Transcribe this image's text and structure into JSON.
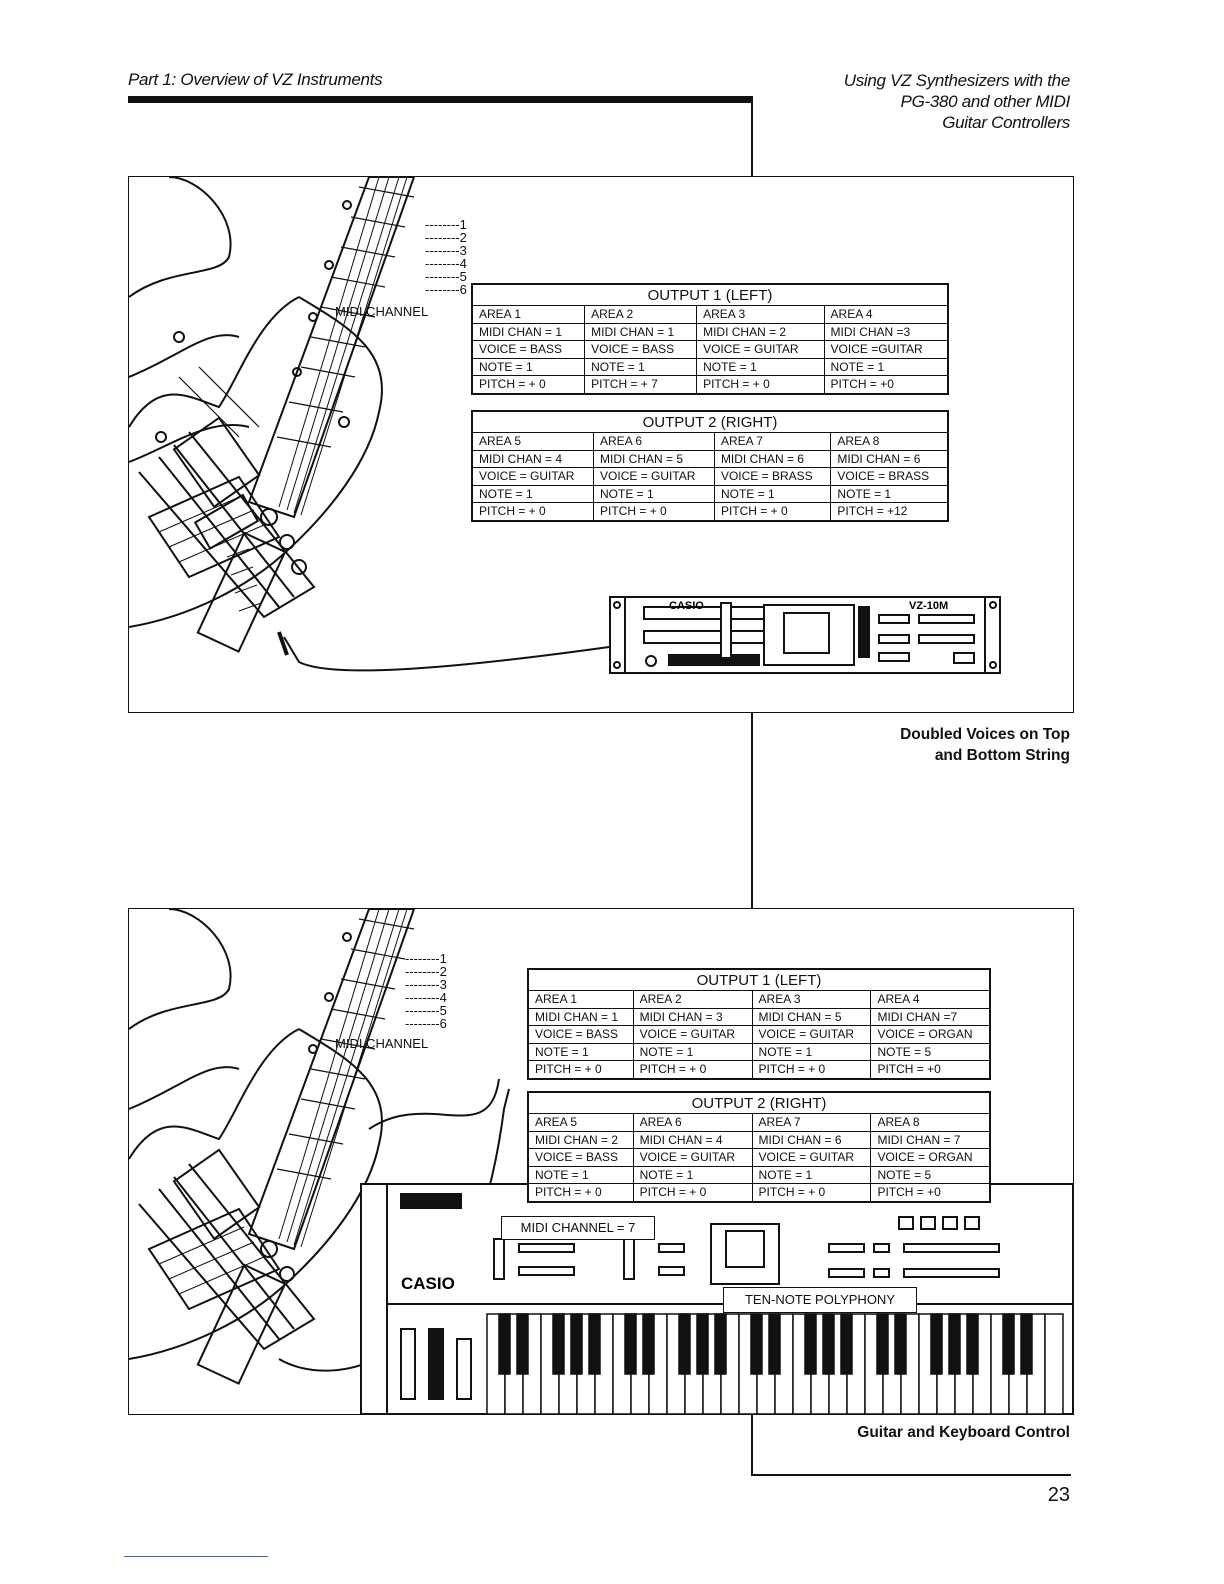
{
  "header": {
    "left": "Part 1: Overview of VZ Instruments",
    "right": [
      "Using VZ Synthesizers with the",
      "PG-380 and other MIDI",
      "Guitar Controllers"
    ]
  },
  "figure1": {
    "string_numbers": [
      "1",
      "2",
      "3",
      "4",
      "5",
      "6"
    ],
    "midi_channel_label": "MIDI CHANNEL",
    "output1": {
      "title": "OUTPUT 1 (LEFT)",
      "rows": [
        [
          "AREA 1",
          "AREA 2",
          "AREA 3",
          "AREA 4"
        ],
        [
          "MIDI CHAN = 1",
          "MIDI CHAN = 1",
          "MIDI CHAN = 2",
          "MIDI CHAN =3"
        ],
        [
          "VOICE = BASS",
          "VOICE = BASS",
          "VOICE = GUITAR",
          "VOICE =GUITAR"
        ],
        [
          "NOTE = 1",
          "NOTE = 1",
          "NOTE = 1",
          "NOTE = 1"
        ],
        [
          "PITCH = + 0",
          "PITCH = + 7",
          "PITCH = + 0",
          "PITCH = +0"
        ]
      ]
    },
    "output2": {
      "title": "OUTPUT 2 (RIGHT)",
      "rows": [
        [
          "AREA 5",
          "AREA 6",
          "AREA 7",
          "AREA 8"
        ],
        [
          "MIDI CHAN = 4",
          "MIDI CHAN = 5",
          "MIDI CHAN = 6",
          "MIDI CHAN = 6"
        ],
        [
          "VOICE = GUITAR",
          "VOICE = GUITAR",
          "VOICE = BRASS",
          "VOICE = BRASS"
        ],
        [
          "NOTE = 1",
          "NOTE = 1",
          "NOTE = 1",
          "NOTE = 1"
        ],
        [
          "PITCH = + 0",
          "PITCH = + 0",
          "PITCH = + 0",
          "PITCH = +12"
        ]
      ]
    },
    "device_brand": "CASIO",
    "device_model": "VZ-10M",
    "caption": [
      "Doubled Voices on Top",
      "and Bottom String"
    ]
  },
  "figure2": {
    "string_numbers": [
      "1",
      "2",
      "3",
      "4",
      "5",
      "6"
    ],
    "midi_channel_label": "MIDI CHANNEL",
    "output1": {
      "title": "OUTPUT 1 (LEFT)",
      "rows": [
        [
          "AREA 1",
          "AREA 2",
          "AREA 3",
          "AREA 4"
        ],
        [
          "MIDI CHAN = 1",
          "MIDI CHAN = 3",
          "MIDI CHAN = 5",
          "MIDI CHAN =7"
        ],
        [
          "VOICE = BASS",
          "VOICE = GUITAR",
          "VOICE = GUITAR",
          "VOICE = ORGAN"
        ],
        [
          "NOTE = 1",
          "NOTE = 1",
          "NOTE = 1",
          "NOTE = 5"
        ],
        [
          "PITCH = + 0",
          "PITCH = + 0",
          "PITCH = + 0",
          "PITCH = +0"
        ]
      ]
    },
    "output2": {
      "title": "OUTPUT 2 (RIGHT)",
      "rows": [
        [
          "AREA 5",
          "AREA 6",
          "AREA 7",
          "AREA 8"
        ],
        [
          "MIDI CHAN = 2",
          "MIDI CHAN = 4",
          "MIDI CHAN = 6",
          "MIDI CHAN = 7"
        ],
        [
          "VOICE = BASS",
          "VOICE = GUITAR",
          "VOICE = GUITAR",
          "VOICE = ORGAN"
        ],
        [
          "NOTE = 1",
          "NOTE = 1",
          "NOTE = 1",
          "NOTE = 5"
        ],
        [
          "PITCH = + 0",
          "PITCH = + 0",
          "PITCH = + 0",
          "PITCH = +0"
        ]
      ]
    },
    "keyboard_brand": "CASIO",
    "callout_midi": "MIDI CHANNEL = 7",
    "callout_poly": "TEN-NOTE POLYPHONY",
    "caption": [
      "Guitar and Keyboard Control"
    ]
  },
  "page_number": "23"
}
